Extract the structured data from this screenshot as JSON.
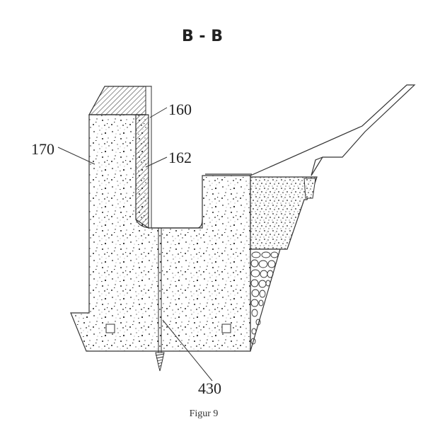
{
  "section_title": "B - B",
  "caption": "Figur 9",
  "reference_labels": {
    "r160": "160",
    "r162": "162",
    "r170": "170",
    "r430": "430"
  },
  "colors": {
    "line": "#333333",
    "concrete_fill": "#ffffff",
    "speckle": "#222222",
    "hatch": "#444444"
  }
}
